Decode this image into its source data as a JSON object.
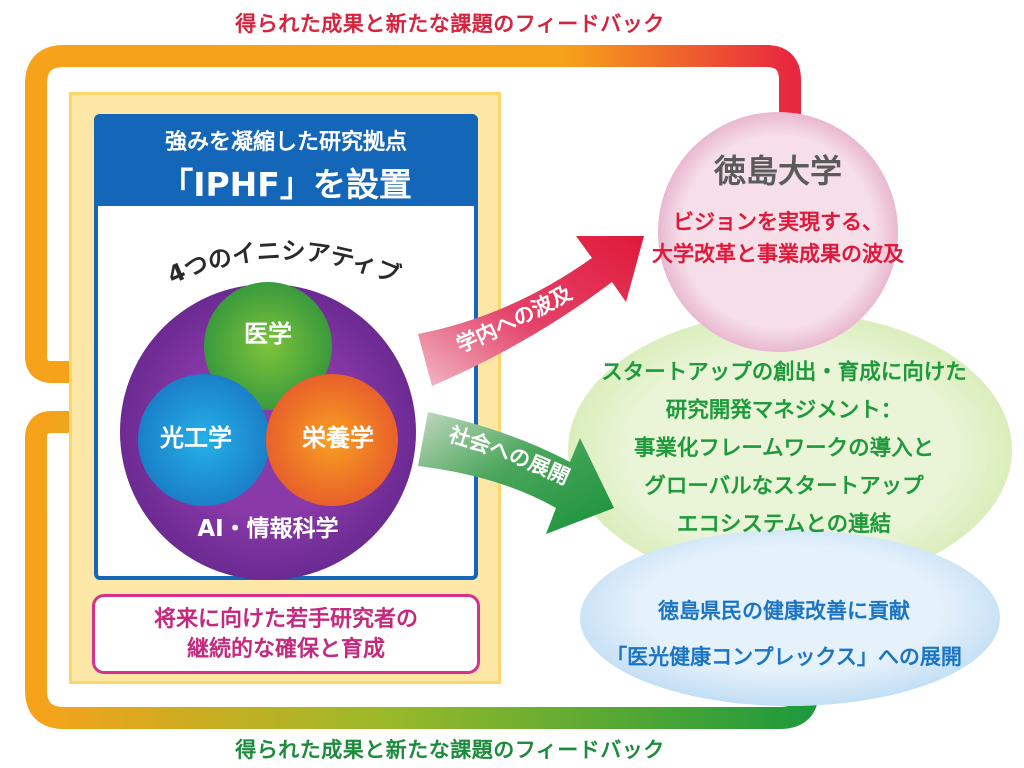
{
  "feedback": {
    "top_label": "得られた成果と新たな課題のフィードバック",
    "bottom_label": "得られた成果と新たな課題のフィードバック"
  },
  "hub": {
    "subtitle": "強みを凝縮した研究拠点",
    "title": "「IPHF」を設置",
    "initiatives_label": "4つのイニシアティブ",
    "fields": {
      "medicine": "医学",
      "photonics": "光工学",
      "nutrition": "栄養学",
      "ai": "AI・情報科学"
    }
  },
  "youth": {
    "line1": "将来に向けた若手研究者の",
    "line2": "継続的な確保と育成"
  },
  "arrows": {
    "campus": "学内への波及",
    "society": "社会への展開"
  },
  "university": {
    "name": "徳島大学",
    "vision_line1": "ビジョンを実現する、",
    "vision_line2": "大学改革と事業成果の波及"
  },
  "startup": {
    "line1": "スタートアップの創出・育成に向けた",
    "line2": "研究開発マネジメント：",
    "line3": "事業化フレームワークの導入と",
    "line4": "グローバルなスタートアップ",
    "line5": "エコシステムとの連結"
  },
  "health": {
    "line1": "徳島県民の健康改善に貢献",
    "line2": "「医光健康コンプレックス」への展開"
  },
  "colors": {
    "blue": "#1466b8",
    "red": "#e0193a",
    "green": "#1e9a3c",
    "orange": "#f6a21a",
    "magenta": "#d8308f",
    "purple": "#7e3aa0"
  }
}
